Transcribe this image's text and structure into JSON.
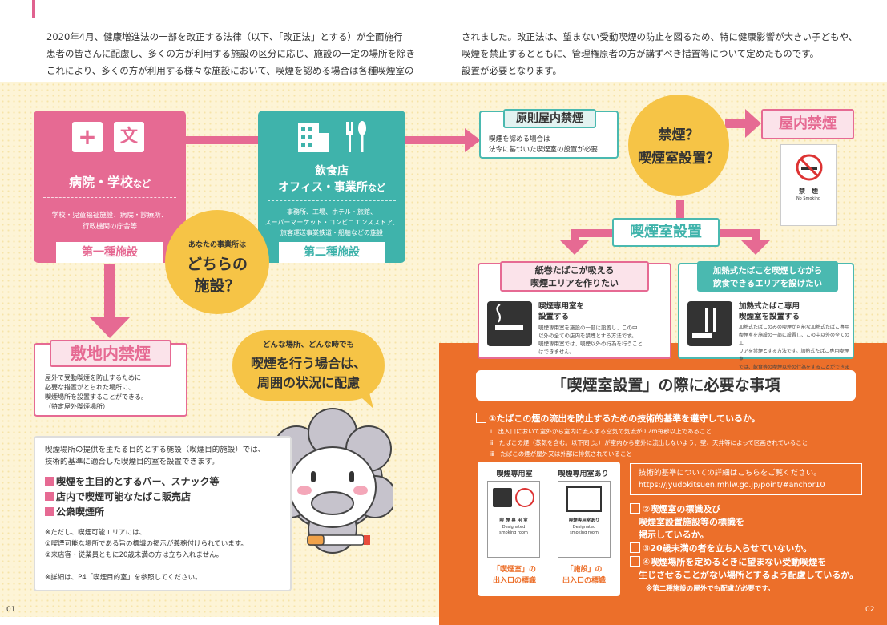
{
  "intro": {
    "left_lines": [
      "2020年4月、健康増進法の一部を改正する法律（以下、「改正法」とする）が全面施行",
      "患者の皆さんに配慮し、多くの方が利用する施設の区分に応じ、施設の一定の場所を除き",
      "これにより、多くの方が利用する様々な施設において、喫煙を認める場合は各種喫煙室の"
    ],
    "right_lines": [
      "されました。改正法は、望まない受動喫煙の防止を図るため、特に健康影響が大きい子どもや、",
      "喫煙を禁止するとともに、管理権原者の方が講ずべき措置等について定めたものです。",
      "設置が必要となります。"
    ]
  },
  "type1": {
    "title": "病院・学校",
    "title_suffix": "など",
    "icon_cross": "+",
    "icon_bun": "文",
    "desc": "学校・児童福祉施設、病院・診療所、\n行政機関の庁舎等",
    "label": "第一種施設"
  },
  "type2": {
    "title_line1": "飲食店",
    "title_line2": "オフィス・事業所",
    "title_suffix": "など",
    "desc": "事務所、工場、ホテル・旅館、\nスーパーマーケット・コンビニエンスストア、\n旅客運送事業鉄道・船舶などの施設",
    "label": "第二種施設"
  },
  "question": {
    "small": "あなたの事業所は",
    "line1": "どちらの",
    "line2": "施設？"
  },
  "principle": {
    "title": "原則屋内禁煙",
    "desc": "喫煙を認める場合は\n法令に基づいた喫煙室の設置が必要"
  },
  "decide": {
    "line1": "禁煙？",
    "line2": "喫煙室設置？"
  },
  "indoor_ban": {
    "label": "屋内禁煙",
    "sign_title": "禁　煙",
    "sign_sub": "No Smoking"
  },
  "room_setup": {
    "label": "喫煙室設置"
  },
  "option_paper": {
    "title": "紙巻たばこが吸える\n喫煙エリアを作りたい",
    "head": "喫煙専用室を\n設置する",
    "desc": "喫煙専用室を施設の一部に設置し、この中\n以外の全ての店内を禁煙とする方法です。\n喫煙専用室では、喫煙以外の行為を行うこと\nはできません。"
  },
  "option_heat": {
    "title": "加熱式たばこを喫煙しながら\n飲食できるエリアを設けたい",
    "head": "加熱式たばこ専用\n喫煙室を設置する",
    "desc": "加熱式たばこのみの喫煙が可能な加熱式たばこ専用\n喫煙室を施設の一部に設置し、この中以外の全てのエ\nリアを禁煙とする方法です。加熱式たばこ専用喫煙室\nでは、飲食等の喫煙以外の行為をすることができます。"
  },
  "outdoor": {
    "label": "敷地内禁煙",
    "desc": "屋外で受動喫煙を防止するために\n必要な措置がとられた場所に、\n喫煙場所を設置することができる。\n（特定屋外喫煙場所）"
  },
  "speech": {
    "small": "どんな場所、どんな時でも",
    "line1": "喫煙を行う場合は、",
    "line2": "周囲の状況に配慮"
  },
  "smoking_purpose": {
    "intro": "喫煙場所の提供を主たる目的とする施設（喫煙目的施設）では、\n技術的基準に適合した喫煙目的室を設置できます。",
    "items": [
      "喫煙を主目的とするバー、スナック等",
      "店内で喫煙可能なたばこ販売店",
      "公衆喫煙所"
    ],
    "note": "※ただし、喫煙可能エリアには、\n①喫煙可能な場所である旨の標識の掲示が義務付けられています。\n②来店客・従業員ともに20歳未満の方は立ち入れません。",
    "ref": "※詳細は、P4「喫煙目的室」を参照してください。"
  },
  "requirements": {
    "title": "「喫煙室設置」の際に必要な事項",
    "item1": "①たばこの煙の流出を防止するための技術的基準を遵守しているか。",
    "sub": [
      "ⅰ　出入口において室外から室内に流入する空気の気流が0.2m毎秒以上であること",
      "ⅱ　たばこの煙（蒸気を含む。以下同じ。）が室内から室外に流出しないよう、壁、天井等によって区画されていること",
      "ⅲ　たばこの煙が屋外又は外部に排気されていること"
    ],
    "sign1_head": "喫煙専用室",
    "sign2_head": "喫煙専用室あり",
    "sign1_text": "喫 煙 専 用 室",
    "sign1_en": "Designated\nsmoking room",
    "sign2_text": "喫煙専用室あり",
    "sign2_en": "Designated\nsmoking room",
    "caption1": "「喫煙室」の\n出入口の標識",
    "caption2": "「施設」の\n出入口の標識",
    "info_line1": "技術的基準についての詳細はこちらをご覧ください。",
    "info_line2": "https://jyudokitsuen.mhlw.go.jp/point/#anchor10",
    "item2": "②喫煙室の標識及び\n　喫煙室設置施設等の標識を\n　掲示しているか。",
    "item3": "③20歳未満の者を立ち入らせていないか。",
    "item4": "④喫煙場所を定めるときに望まない受動喫煙を\n　生じさせることがない場所とするよう配慮しているか。",
    "note": "※第二種施設の屋外でも配慮が必要です。"
  },
  "page_left": "01",
  "page_right": "02",
  "colors": {
    "pink": "#e66a93",
    "teal": "#3fb3ab",
    "yellow": "#f6c446",
    "orange": "#ec6f2a"
  }
}
